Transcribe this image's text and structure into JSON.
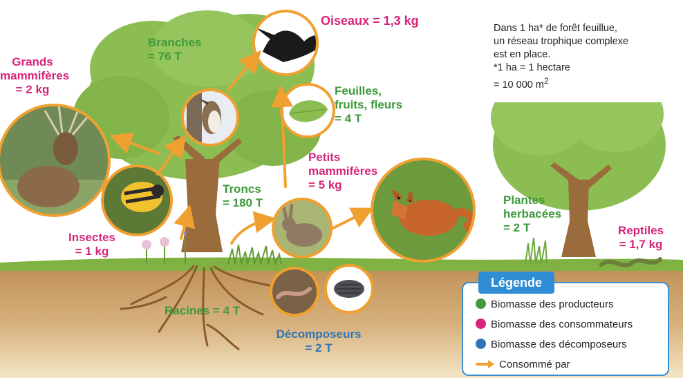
{
  "labels": {
    "grands_mammiferes": "Grands\nmammifères\n= 2 kg",
    "branches": "Branches\n= 76 T",
    "oiseaux": "Oiseaux = 1,3 kg",
    "feuilles": "Feuilles,\nfruits, fleurs\n= 4 T",
    "petits_mammiferes": "Petits\nmammifères\n= 5 kg",
    "troncs": "Troncs\n= 180 T",
    "insectes": "Insectes\n= 1 kg",
    "plantes": "Plantes\nherbacées\n= 2 T",
    "reptiles": "Reptiles\n= 1,7 kg",
    "racines": "Racines = 4 T",
    "decomposeurs": "Décomposeurs\n= 2 T"
  },
  "info_box": {
    "line1": "Dans 1 ha* de forêt feuillue,",
    "line2": "un réseau trophique complexe",
    "line3": "est en place.",
    "line4": "*1 ha = 1 hectare",
    "line5_prefix": "= 10 000 m",
    "line5_sup": "2"
  },
  "legend": {
    "title": "Légende",
    "producers": "Biomasse des producteurs",
    "consumers": "Biomasse des consommateurs",
    "decomposers": "Biomasse des décomposeurs",
    "arrow": "Consommé par"
  },
  "colors": {
    "producer": "#3e9a3c",
    "consumer": "#d6247a",
    "decomposer": "#2f74b5",
    "arrow": "#f0a030",
    "foliage": "#8cbd52",
    "trunk": "#9a6b3b",
    "soil": "#c89b62",
    "legend_header": "#2f8ed3"
  }
}
